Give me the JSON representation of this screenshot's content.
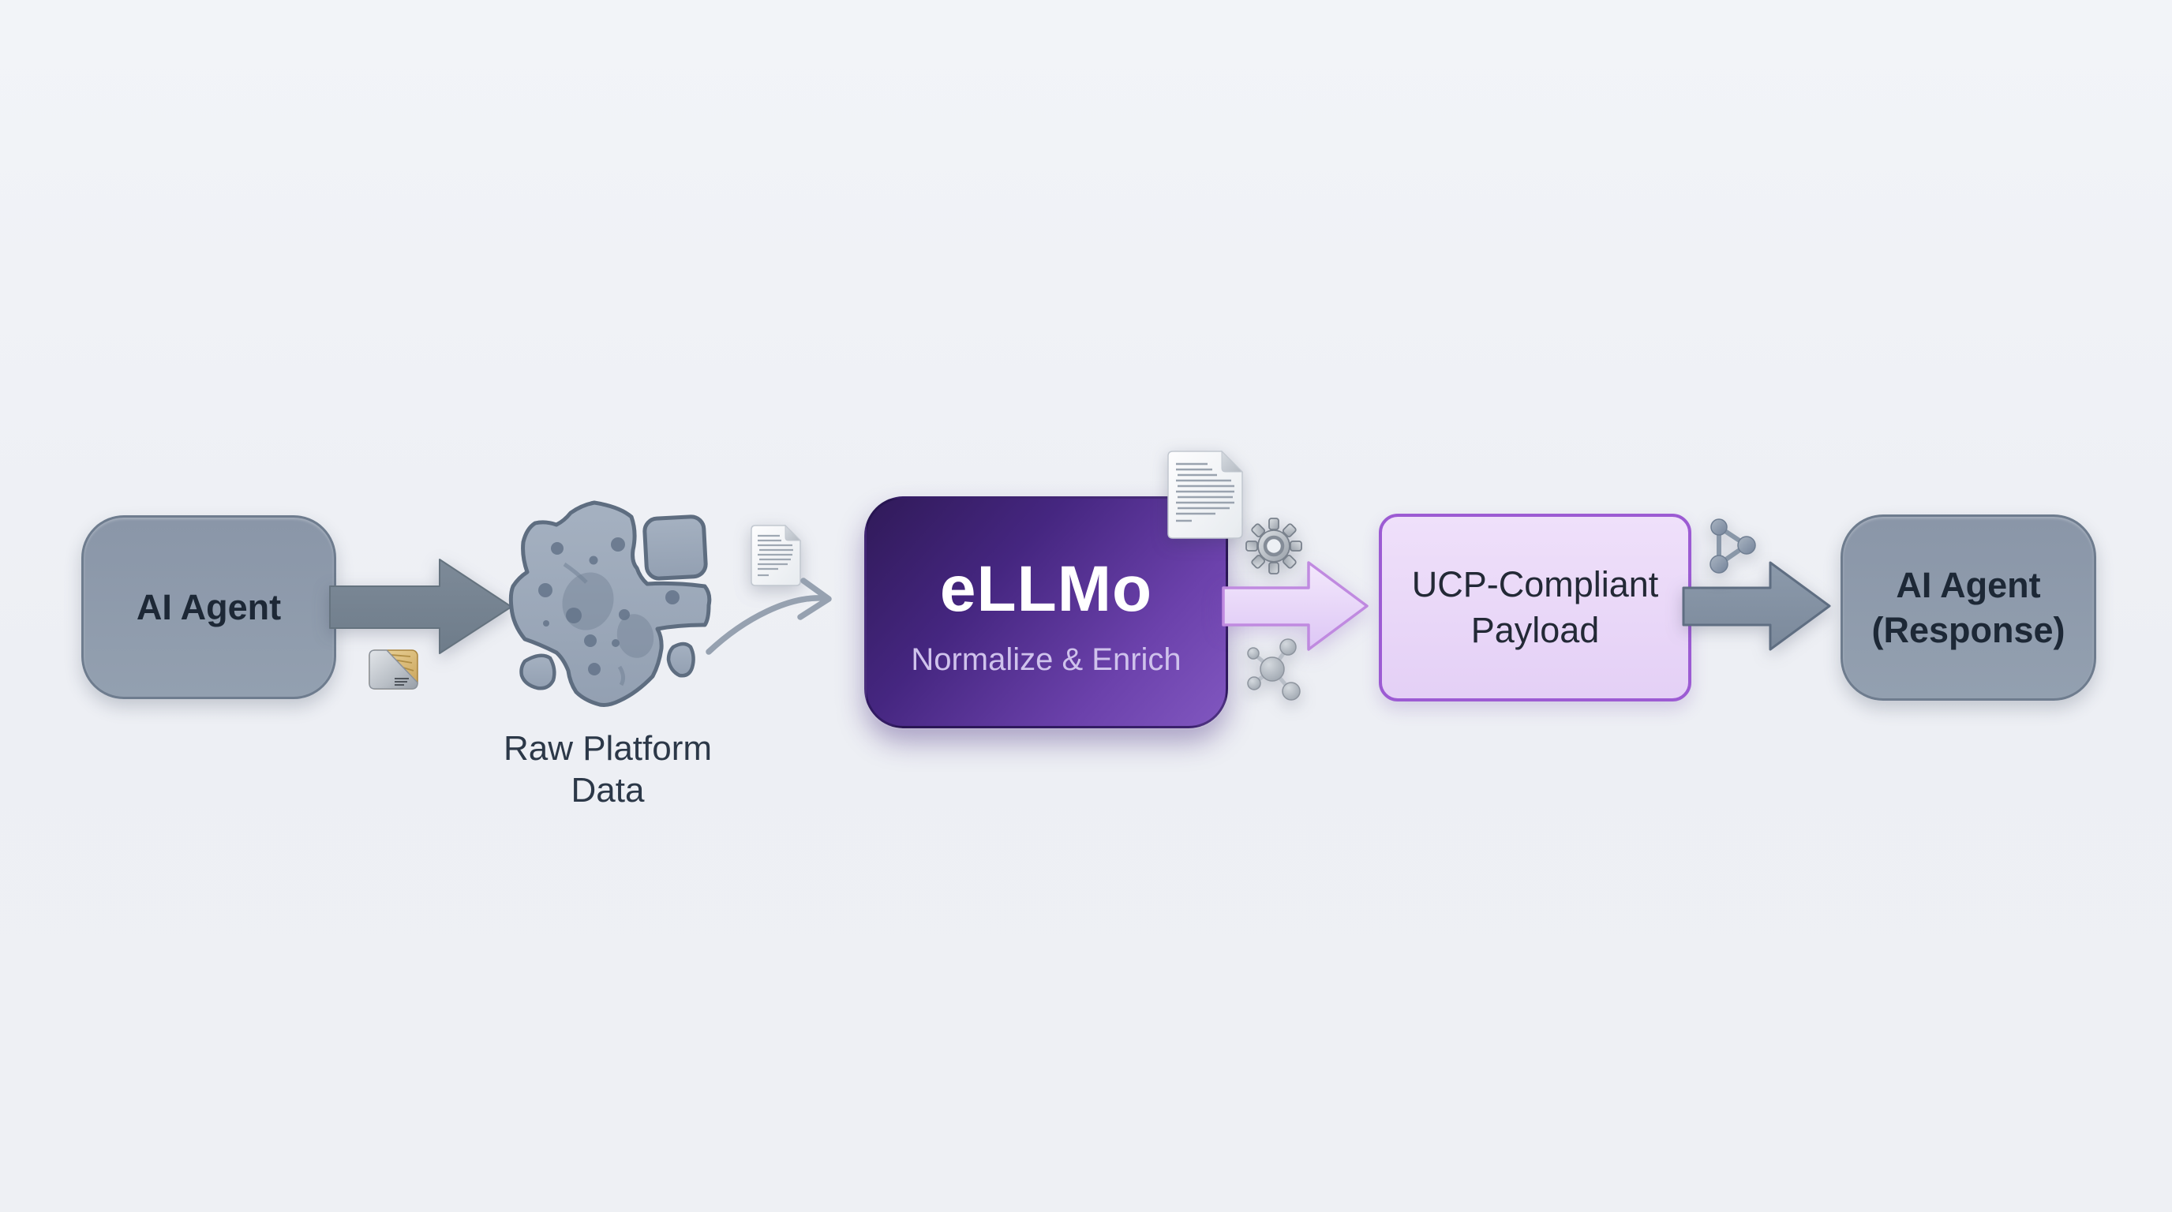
{
  "diagram": {
    "nodes": {
      "ai_agent": {
        "label": "AI Agent"
      },
      "raw_platform_data": {
        "lines": [
          "Raw Platform",
          "Data"
        ]
      },
      "ellmo": {
        "title": "eLLMo",
        "subtitle": "Normalize & Enrich"
      },
      "ucp_payload": {
        "lines": [
          "UCP-Compliant",
          "Payload"
        ]
      },
      "ai_agent_response": {
        "lines": [
          "AI Agent",
          "(Response)"
        ]
      }
    },
    "icons": [
      "folder-icon",
      "document-icon",
      "document-icon",
      "gear-icon",
      "molecule-icon",
      "network-icon"
    ],
    "colors": {
      "background": "#eff1f5",
      "node_gray_fill": "#8e9aab",
      "node_gray_border": "#6e7c8e",
      "node_text": "#1d2836",
      "arrow_gray": "#76828f",
      "ellmo_dark": "#31195c",
      "ellmo_light": "#8157c0",
      "ellmo_subtitle": "#cfc2ec",
      "pink_fill": "#e9d7f8",
      "pink_border": "#c08ae0",
      "ucp_fill": "#e9d8f8",
      "ucp_border": "#9c5bd3",
      "label_text": "#2c3848"
    }
  }
}
